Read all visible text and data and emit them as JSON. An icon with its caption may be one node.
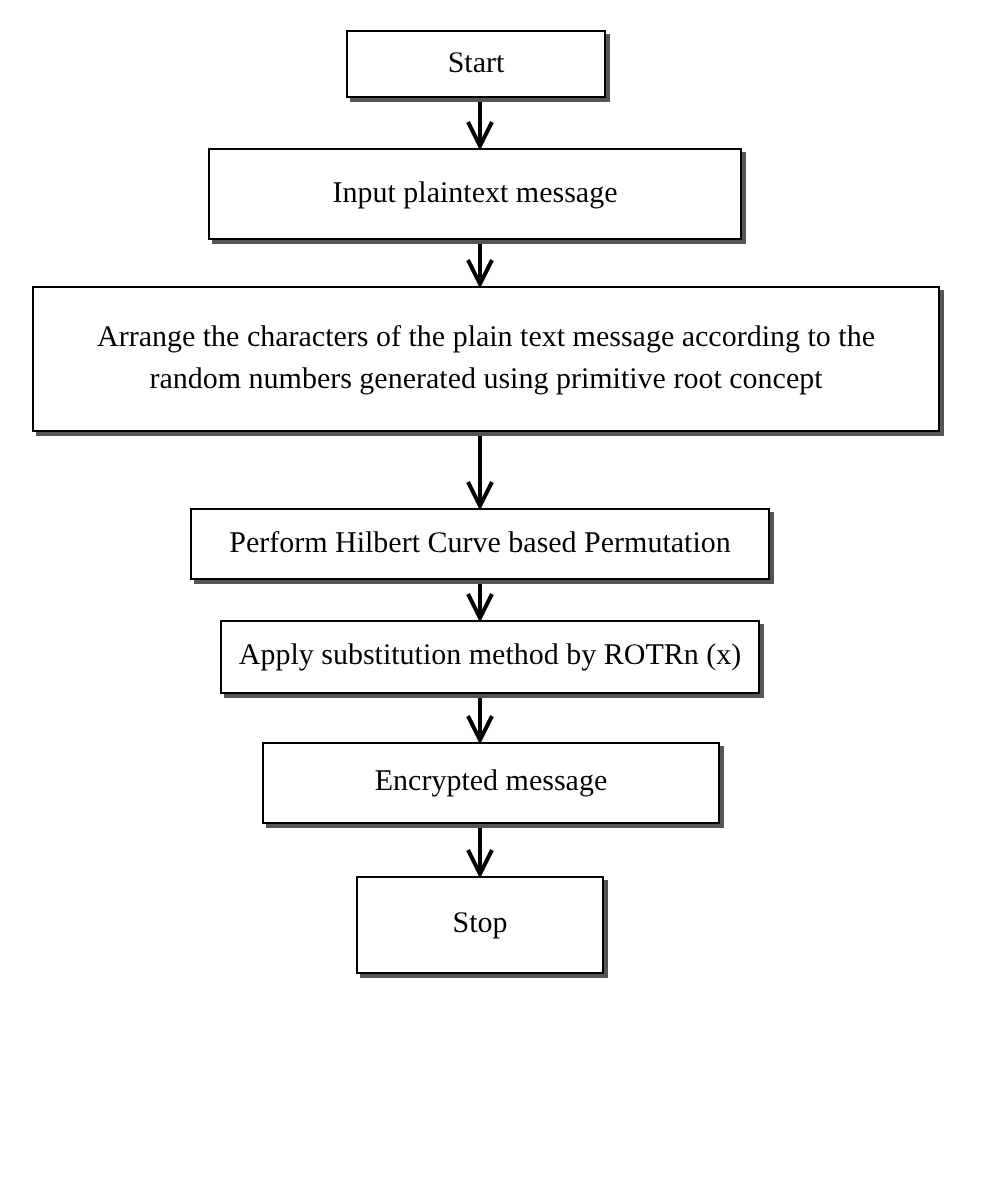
{
  "diagram": {
    "nodes": [
      {
        "text": [
          "Start"
        ]
      },
      {
        "text": [
          "Input plaintext message"
        ]
      },
      {
        "text": [
          "Arrange the characters of the plain text message according to the random numbers generated using primitive root concept"
        ]
      },
      {
        "text": [
          "Perform Hilbert Curve based Permutation"
        ]
      },
      {
        "text": [
          "Apply substitution method by ROTRn (x)"
        ]
      },
      {
        "text": [
          "Encrypted message"
        ]
      },
      {
        "text": [
          "Stop"
        ]
      }
    ],
    "edges": [
      {
        "from": 0,
        "to": 1,
        "arrow": "to"
      },
      {
        "from": 1,
        "to": 2,
        "arrow": "to"
      },
      {
        "from": 2,
        "to": 3,
        "arrow": "to"
      },
      {
        "from": 3,
        "to": 4,
        "arrow": "to"
      },
      {
        "from": 4,
        "to": 5,
        "arrow": "to"
      },
      {
        "from": 5,
        "to": 6,
        "arrow": "to"
      }
    ]
  }
}
